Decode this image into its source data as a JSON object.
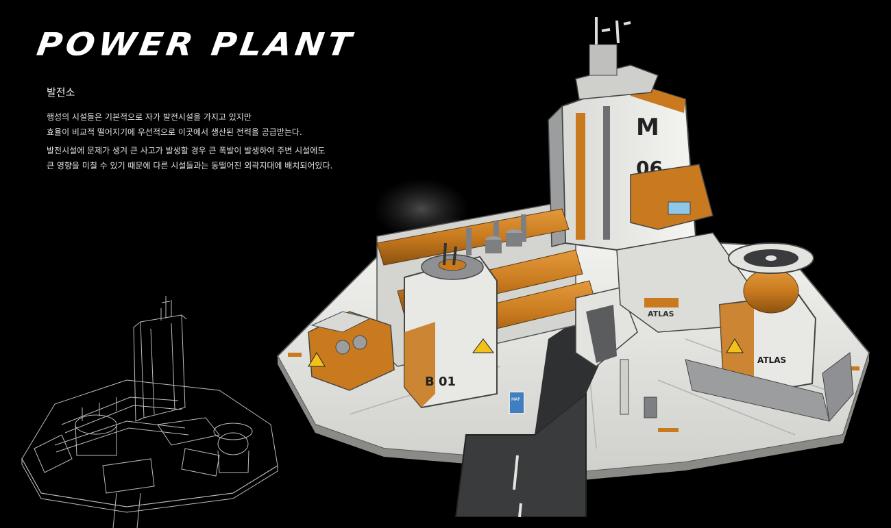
{
  "title": "POWER PLANT",
  "subtitle": "발전소",
  "description": [
    [
      "행성의 시설들은 기본적으로 자가 발전시설을 가지고 있지만",
      "효율이 비교적 떨어지기에 우선적으로 이곳에서 생산된 전력을 공급받는다."
    ],
    [
      "발전시설에 문제가 생겨 큰 사고가 발생할 경우 큰 폭발이 발생하여 주변 시설에도",
      "큰 영향을 미칠 수 있기 때문에 다른 시설들과는 동떨어진 외곽지대에 배치되어있다."
    ]
  ],
  "signage": {
    "tower_code_1": "M",
    "tower_code_2": "06",
    "reactor_code": "B 01",
    "brand_1": "ATLAS",
    "brand_2": "ATLAS",
    "sign_board": "MAP"
  },
  "colors": {
    "background": "#000000",
    "accent_orange": "#c97a1e",
    "structure_white": "#e3e3e0",
    "metal_grey": "#7d7f82",
    "wire_line": "#bdbdbd"
  }
}
